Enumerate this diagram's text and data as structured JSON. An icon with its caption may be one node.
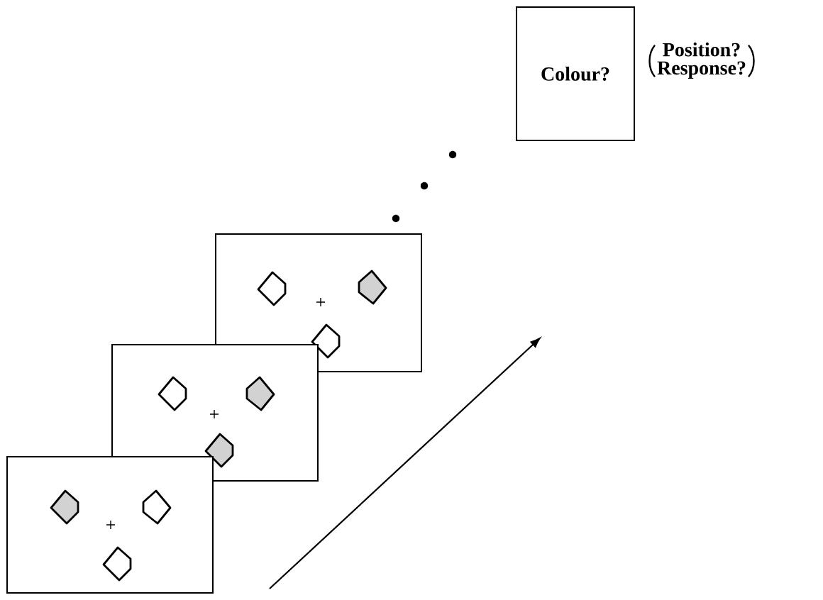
{
  "diagram": {
    "nodes": [
      {
        "text": [
          "Colour?"
        ],
        "beside": [
          "Position?",
          "Response?"
        ]
      },
      {
        "text": [],
        "shape": "box"
      },
      {
        "text": [],
        "shape": "box"
      },
      {
        "text": [],
        "shape": "box"
      }
    ]
  }
}
